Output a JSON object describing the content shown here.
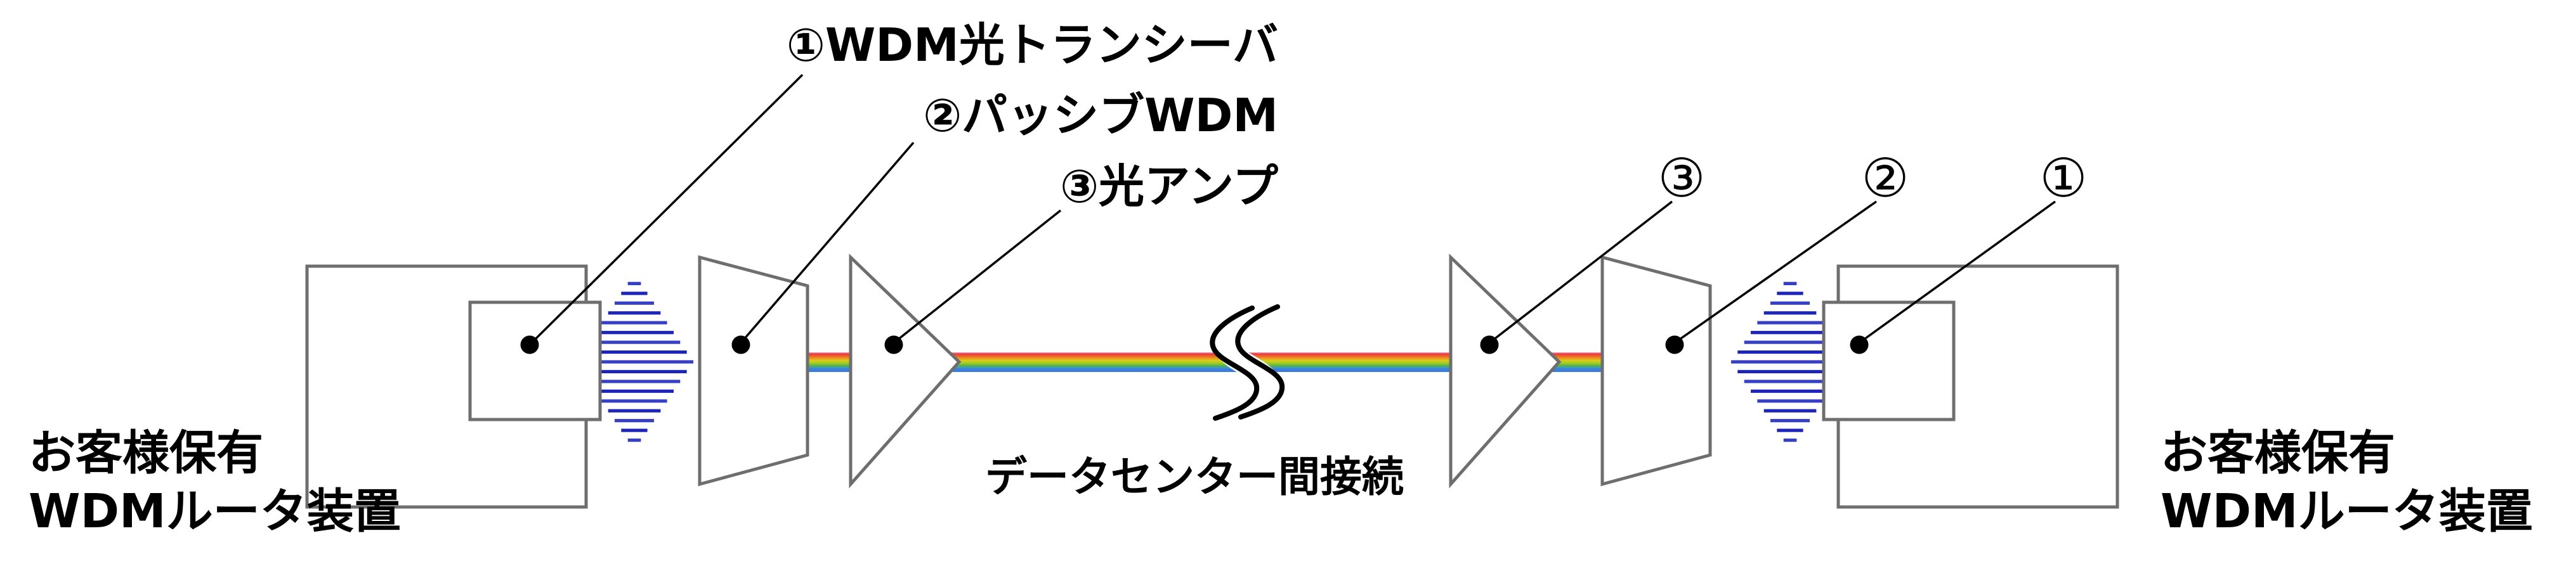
{
  "legend": {
    "transceiver": "①WDM光トランシーバ",
    "passive_wdm": "②パッシブWDM",
    "amp": "③光アンプ"
  },
  "right_markers": {
    "amp": "③",
    "passive_wdm": "②",
    "transceiver": "①"
  },
  "left_router": {
    "line1": "お客様保有",
    "line2": "WDMルータ装置"
  },
  "right_router": {
    "line1": "お客様保有",
    "line2": "WDMルータ装置"
  },
  "link_label": "データセンター間接続",
  "colors": {
    "shape_stroke": "#6e6e6e",
    "dot": "#000000",
    "stripe_blue": "#1c25b7",
    "stripe_blue_light": "#3règ40c4",
    "rainbow_pink": "#f2a0c8",
    "rainbow_red": "#e8383e",
    "rainbow_orange": "#ee8c1e",
    "rainbow_yellow": "#d9cf1c",
    "rainbow_yellowgreen": "#9cca28",
    "rainbow_green": "#52b447",
    "rainbow_teal": "#3e97c8",
    "rainbow_blue": "#3c7ede"
  }
}
